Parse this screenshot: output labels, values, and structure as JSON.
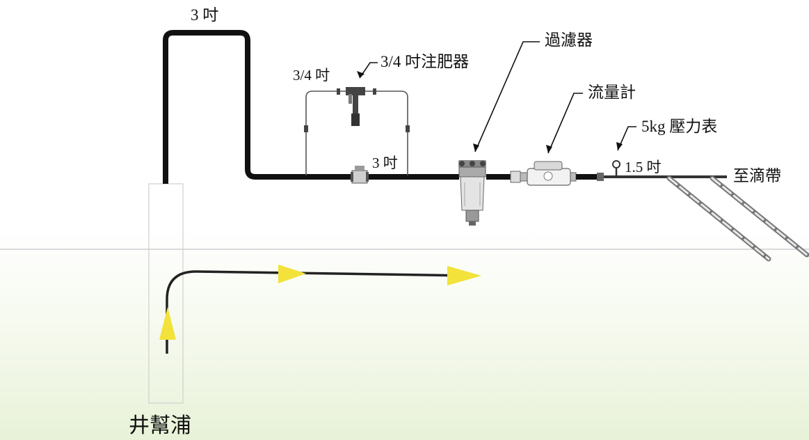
{
  "labels": {
    "pipe_top": "3 吋",
    "injector_pipe": "3/4 吋",
    "injector": "3/4 吋注肥器",
    "main_pipe": "3 吋",
    "filter": "過濾器",
    "flow_meter": "流量計",
    "pressure_gauge": "5kg 壓力表",
    "outlet_pipe": "1.5 吋",
    "to_drip": "至滴帶",
    "well_pump": "井幫浦"
  },
  "colors": {
    "pipe": "#111111",
    "arrow": "#f2e23a",
    "ground_line": "#bdbdbd",
    "well": "#cfcfcf"
  },
  "icons": {
    "flow_arrows": "triangle-arrow",
    "filter": "filter-canister",
    "flow_meter": "water-meter",
    "gauge": "pressure-gauge"
  }
}
